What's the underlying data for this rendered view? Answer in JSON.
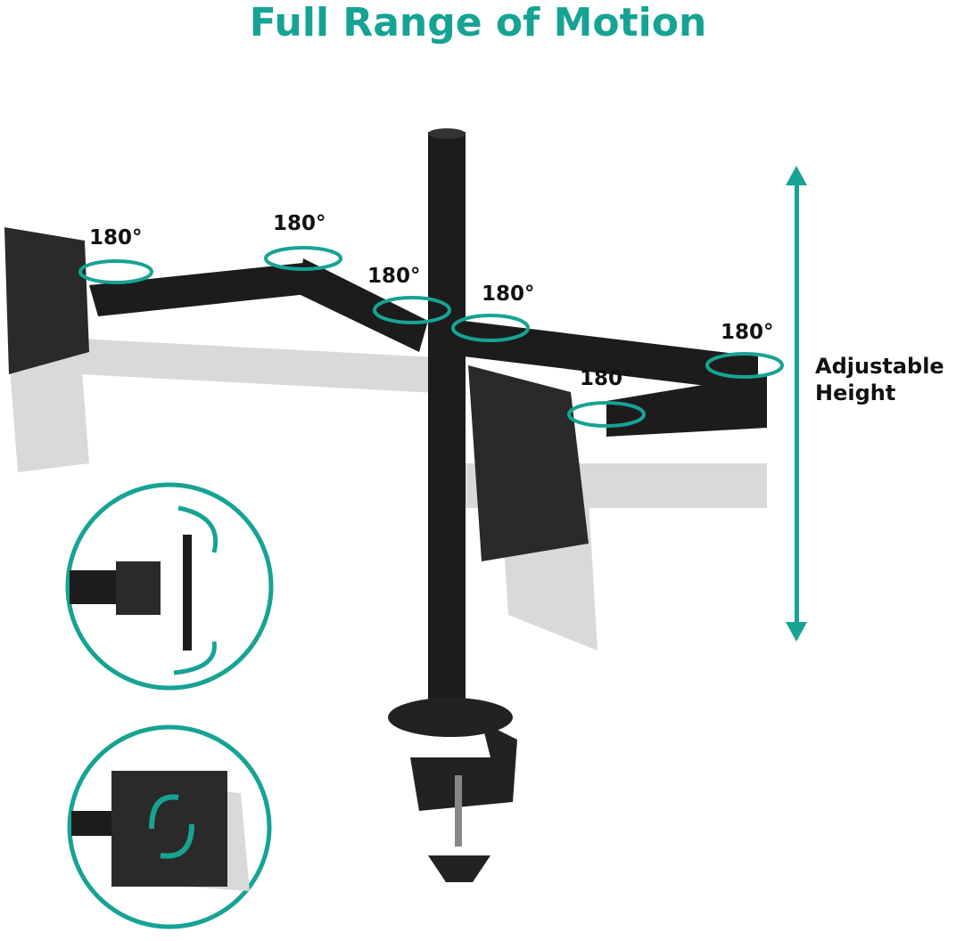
{
  "title": "Full Range of Motion",
  "rotation_labels": [
    "180°",
    "180°",
    "180°",
    "180°",
    "180°",
    "180°"
  ],
  "height_label": {
    "line1": "Adjustable",
    "line2": "Height"
  },
  "colors": {
    "accent": "#16a394",
    "metal": "#1c1c1c",
    "ghost": "#d6d6d6"
  }
}
